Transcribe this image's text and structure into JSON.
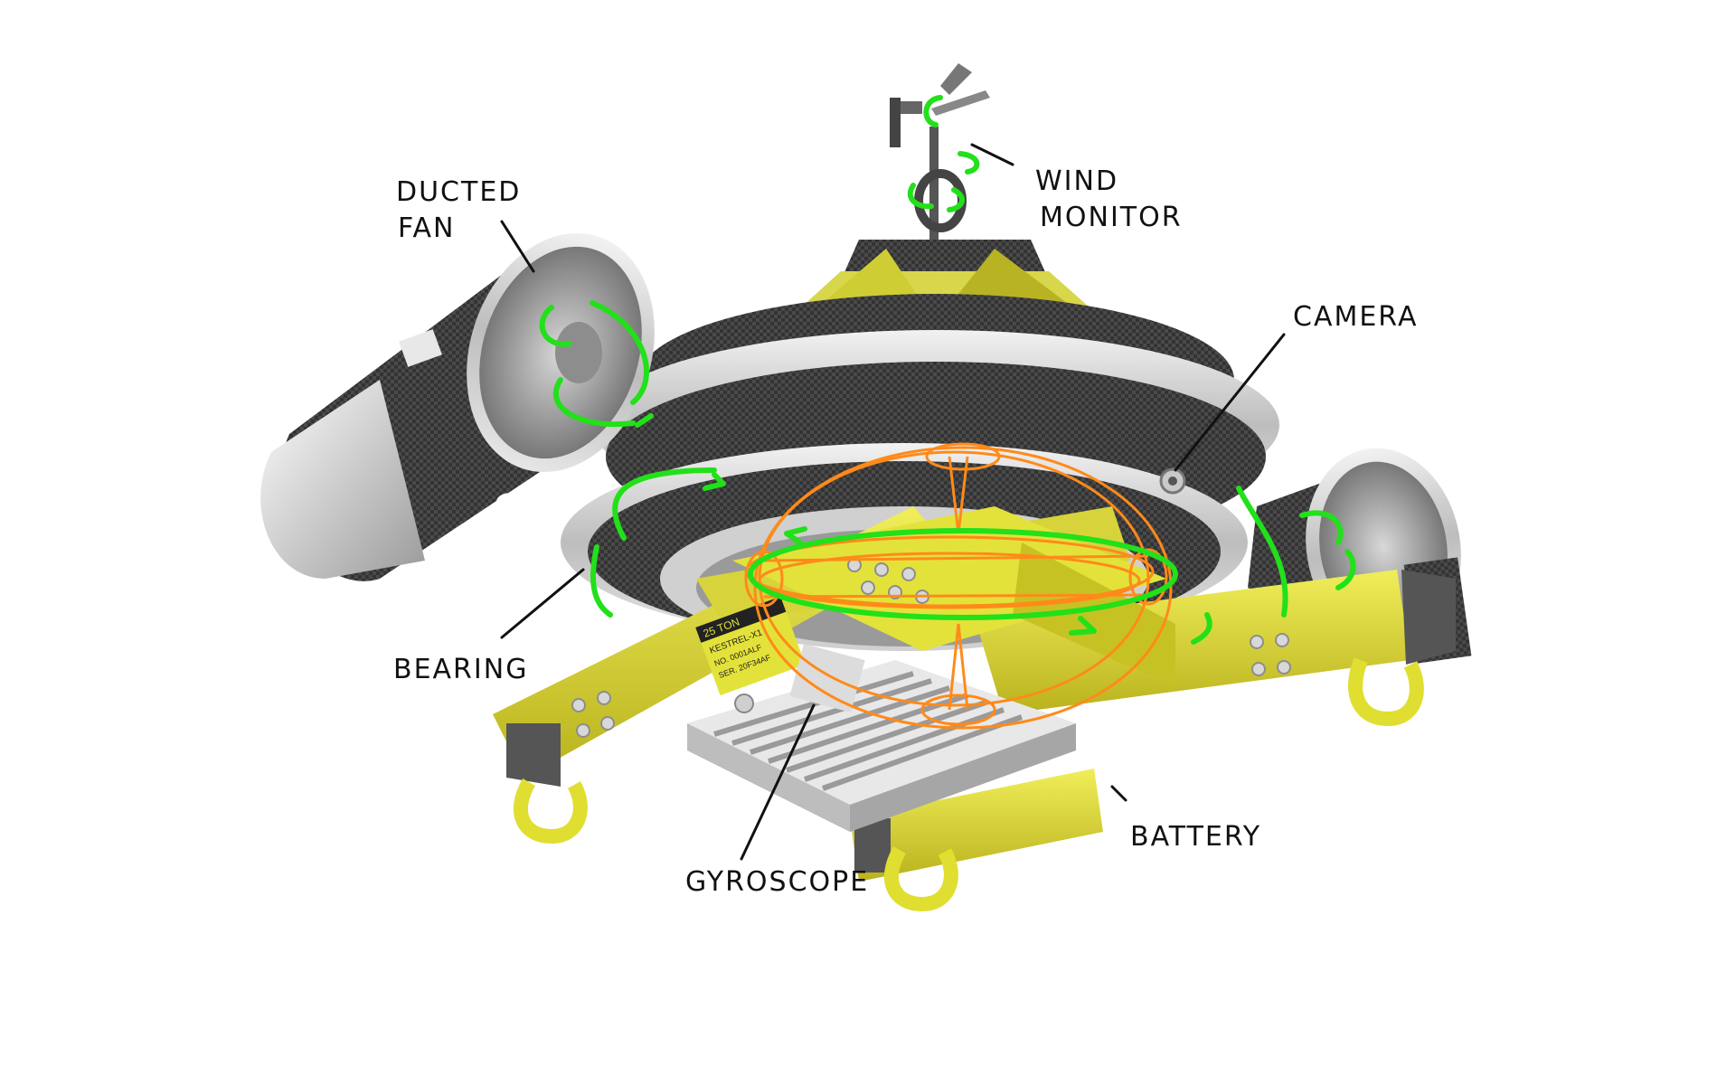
{
  "labels": {
    "ducted_fan_line1": "DUCTED",
    "ducted_fan_line2": "FAN",
    "wind_monitor_line1": "WIND",
    "wind_monitor_line2": "MONITOR",
    "camera": "CAMERA",
    "bearing": "BEARING",
    "battery": "BATTERY",
    "gyroscope": "GYROSCOPE"
  },
  "plate": {
    "line1": "25 TON",
    "line2": "KESTREL-X1",
    "line3": "NO. 0001ALF",
    "line4": "SER. 20F34AF"
  },
  "colors": {
    "frame_yellow": "#e3e23a",
    "rotation_green": "#22e01a",
    "gyro_orange": "#ff8a1a",
    "carbon_dark": "#3c3c3c",
    "label_ink": "#111111"
  }
}
